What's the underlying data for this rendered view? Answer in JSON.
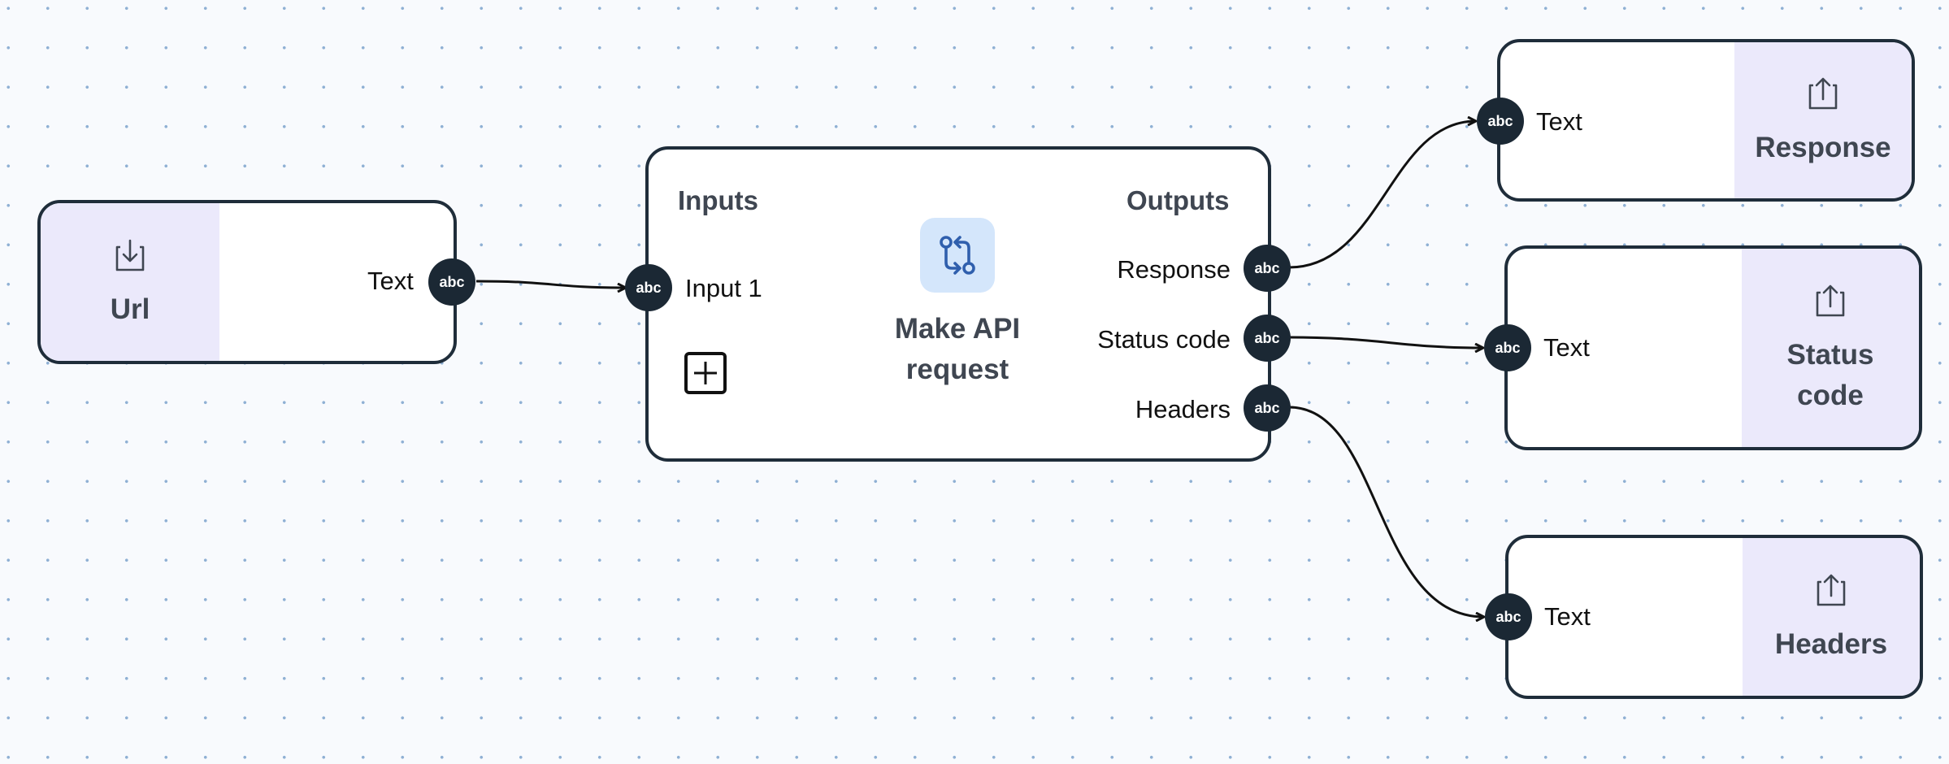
{
  "nodes": {
    "url": {
      "title": "Url",
      "icon": "download-tray-icon",
      "output_label": "Text",
      "port_type": "abc"
    },
    "api": {
      "title": "Make API request",
      "title_line1": "Make API",
      "title_line2": "request",
      "icon": "pull-request-icon",
      "inputs_title": "Inputs",
      "outputs_title": "Outputs",
      "inputs": [
        {
          "label": "Input 1",
          "port_type": "abc"
        }
      ],
      "outputs": [
        {
          "label": "Response",
          "port_type": "abc"
        },
        {
          "label": "Status code",
          "port_type": "abc"
        },
        {
          "label": "Headers",
          "port_type": "abc"
        }
      ]
    },
    "response": {
      "title": "Response",
      "icon": "upload-tray-icon",
      "input_label": "Text",
      "port_type": "abc"
    },
    "status_code": {
      "title": "Status code",
      "title_line1": "Status",
      "title_line2": "code",
      "icon": "upload-tray-icon",
      "input_label": "Text",
      "port_type": "abc"
    },
    "headers": {
      "title": "Headers",
      "icon": "upload-tray-icon",
      "input_label": "Text",
      "port_type": "abc"
    }
  },
  "connections": [
    {
      "from": "Url.Text",
      "to": "Make API request.Input 1"
    },
    {
      "from": "Make API request.Response",
      "to": "Response.Text"
    },
    {
      "from": "Make API request.Status code",
      "to": "Status code.Text"
    },
    {
      "from": "Make API request.Headers",
      "to": "Headers.Text"
    }
  ],
  "colors": {
    "canvas": "#f8fafd",
    "grid_dot": "#8fb0d4",
    "node_border": "#1f2d3a",
    "port": "#1b2834",
    "panel_tint": "#ebe9fb",
    "api_icon_bg": "#d4e6fb",
    "api_icon_stroke": "#2f5fad"
  }
}
